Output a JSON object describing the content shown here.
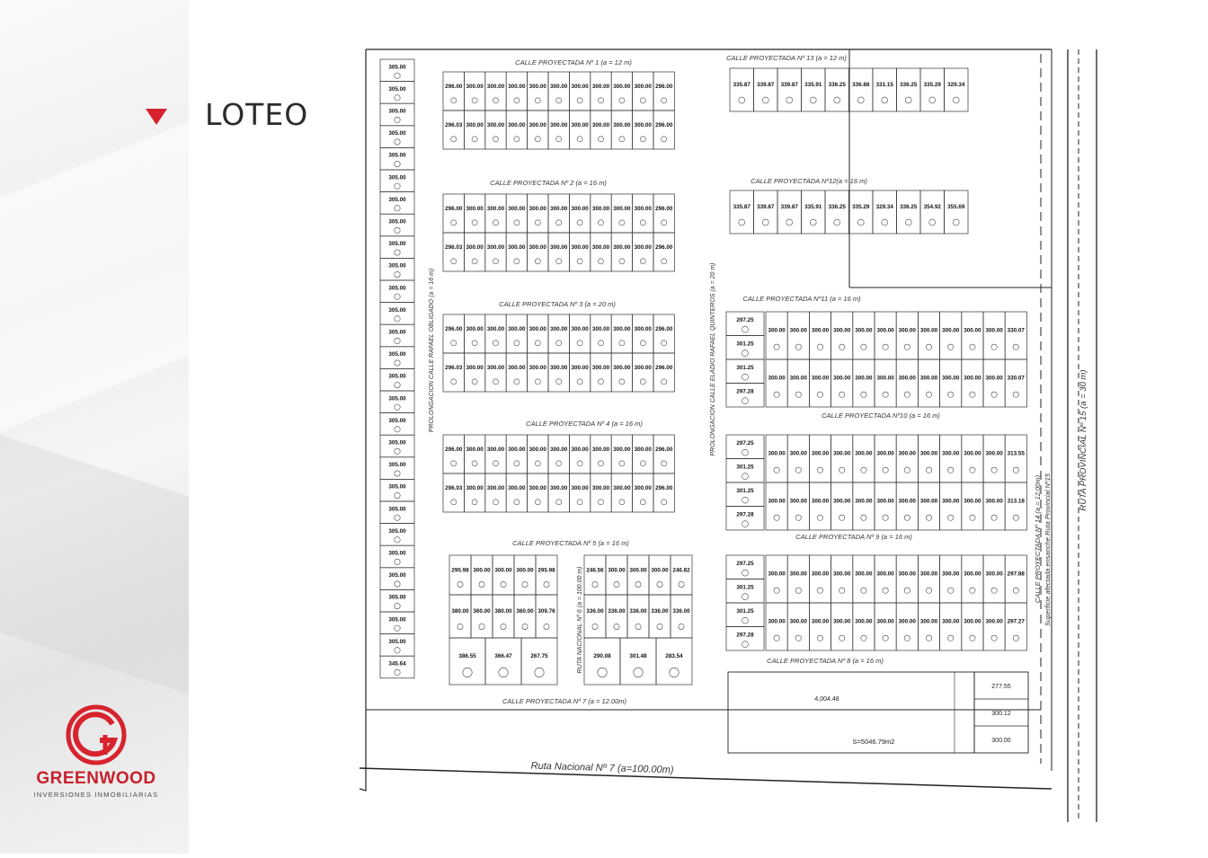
{
  "section": {
    "title": "LOTEO"
  },
  "brand": {
    "name": "GREENWOOD",
    "tagline": "INVERSIONES INMOBILIARIAS",
    "accent": "#d7232d"
  },
  "streets": {
    "calle1": "CALLE PROYECTADA Nº 1  (a = 12 m)",
    "calle2": "CALLE PROYECTADA Nº 2  (a = 16 m)",
    "calle3": "CALLE PROYECTADA Nº 3  (a = 20 m)",
    "calle4": "CALLE PROYECTADA Nº 4  (a = 16 m)",
    "calle5": "CALLE PROYECTADA Nº 5  (a = 16 m)",
    "calle7": "CALLE PROYECTADA Nº 7  (a = 12.00m)",
    "calle8": "CALLE PROYECTADA Nº 8  (a = 16 m)",
    "calle9": "CALLE PROYECTADA Nº 9  (a = 16 m)",
    "calle10": "CALLE PROYECTADA Nº10  (a = 16 m)",
    "calle11": "CALLE PROYECTADA Nº11  (a = 16 m)",
    "calle12": "CALLE PROYECTADA Nº12(a = 16 m)",
    "calle13": "CALLE PROYECTADA Nº 13  (a = 12 m)",
    "calle14": "CALLE PROYECTADA Nº 14 (a = 12.00m)",
    "superficie_afectada": "Superficie afectada ensanche Ruta Provincial Nº15",
    "prolongacion_obligado": "PROLONGACION CALLE RAFAEL OBLIGADO  (a = 16 m)",
    "prolongacion_quinteros": "PROLONGACION CALLE ELADIO RAFAEL QUINTEROS  (a = 20 m)",
    "ruta_nacional6": "RUTA NACIONAL Nº 6 (a = 100.00 m)",
    "ruta_provincial15": "RUTA PROVINCIAL Nº 15  (a = 30 m)",
    "ruta_nacional7": "Ruta Nacional Nº 7  (a=100.00m)"
  },
  "areas": {
    "big_lot": "4,004.48",
    "surface": "S=5046.79m2",
    "right_lots": [
      "277.55",
      "300.12",
      "300.00"
    ]
  },
  "lots": {
    "west_strip": [
      "305.00",
      "305.00",
      "305.00",
      "305.00",
      "305.00",
      "305.00",
      "305.00",
      "305.00",
      "305.00",
      "305.00",
      "305.00",
      "305.00",
      "305.00",
      "305.00",
      "305.00",
      "305.00",
      "305.00",
      "305.00",
      "305.00",
      "305.00",
      "305.00",
      "305.00",
      "305.00",
      "305.00",
      "305.00",
      "305.00",
      "305.00",
      "345.64"
    ],
    "block_a_top": [
      "296.00",
      "300.00",
      "300.00",
      "300.00",
      "300.00",
      "300.00",
      "300.00",
      "300.00",
      "300.00",
      "300.00",
      "296.00"
    ],
    "block_a_bottom": [
      "296.03",
      "300.00",
      "300.00",
      "300.00",
      "300.00",
      "300.00",
      "300.00",
      "300.00",
      "300.00",
      "300.00",
      "296.00"
    ],
    "block_b_top": [
      "296.00",
      "300.00",
      "300.00",
      "300.00",
      "300.00",
      "300.00",
      "300.00",
      "300.00",
      "300.00",
      "300.00",
      "296.00"
    ],
    "block_b_bottom": [
      "296.03",
      "300.00",
      "300.00",
      "300.00",
      "300.00",
      "300.00",
      "300.00",
      "300.00",
      "300.00",
      "300.00",
      "296.00"
    ],
    "block_c_top": [
      "296.00",
      "300.00",
      "300.00",
      "300.00",
      "300.00",
      "300.00",
      "300.00",
      "300.00",
      "300.00",
      "300.00",
      "296.00"
    ],
    "block_c_bottom": [
      "296.03",
      "300.00",
      "300.00",
      "300.00",
      "300.00",
      "300.00",
      "300.00",
      "300.00",
      "300.00",
      "300.00",
      "296.00"
    ],
    "block_d_top": [
      "296.00",
      "300.00",
      "300.00",
      "300.00",
      "300.00",
      "300.00",
      "300.00",
      "300.00",
      "300.00",
      "300.00",
      "296.00"
    ],
    "block_d_bottom": [
      "296.03",
      "300.00",
      "300.00",
      "300.00",
      "300.00",
      "300.00",
      "300.00",
      "300.00",
      "300.00",
      "300.00",
      "296.00"
    ],
    "block_e_top": [
      "295.98",
      "300.00",
      "300.00",
      "300.00",
      "295.98"
    ],
    "block_e_mid": [
      "380.00",
      "360.00",
      "380.00",
      "360.00",
      "309.76"
    ],
    "block_e_bottom": [
      "386.55",
      "366.47",
      "267.75"
    ],
    "block_f_top": [
      "246.56",
      "300.00",
      "300.00",
      "300.00",
      "246.82"
    ],
    "block_f_mid": [
      "336.00",
      "336.00",
      "336.00",
      "336.00",
      "336.00"
    ],
    "block_f_bottom": [
      "290.08",
      "301.48",
      "283.54"
    ],
    "block_g": [
      "335.87",
      "339.87",
      "339.87",
      "335.91",
      "336.25",
      "336.88",
      "331.15",
      "336.25",
      "335.29",
      "329.34"
    ],
    "block_h": [
      "335.87",
      "339.87",
      "339.87",
      "335.91",
      "336.25",
      "335.29",
      "329.34",
      "336.25",
      "354.92",
      "355.69"
    ],
    "block_i_left": [
      "297.25",
      "301.25",
      "301.25",
      "297.28"
    ],
    "block_i_top": [
      "300.00",
      "300.00",
      "300.00",
      "300.00",
      "300.00",
      "300.00",
      "300.00",
      "300.00",
      "300.00",
      "300.00",
      "300.00",
      "330.07"
    ],
    "block_i_bottom": [
      "300.00",
      "300.00",
      "300.00",
      "300.00",
      "300.00",
      "300.00",
      "300.00",
      "300.00",
      "300.00",
      "300.00",
      "300.00",
      "330.07"
    ],
    "block_j_left": [
      "297.25",
      "301.25",
      "301.25",
      "297.28"
    ],
    "block_j_top": [
      "300.00",
      "300.00",
      "300.00",
      "300.00",
      "300.00",
      "300.00",
      "300.00",
      "300.00",
      "300.00",
      "300.00",
      "300.00",
      "313.55"
    ],
    "block_j_bottom": [
      "300.00",
      "300.00",
      "300.00",
      "300.00",
      "300.00",
      "300.00",
      "300.00",
      "300.00",
      "300.00",
      "300.00",
      "300.00",
      "313.18"
    ],
    "block_k_left": [
      "297.25",
      "301.25",
      "301.25",
      "297.28"
    ],
    "block_k_top": [
      "300.00",
      "300.00",
      "300.00",
      "300.00",
      "300.00",
      "300.00",
      "300.00",
      "300.00",
      "300.00",
      "300.00",
      "300.00",
      "297.88"
    ],
    "block_k_bottom": [
      "300.00",
      "300.00",
      "300.00",
      "300.00",
      "300.00",
      "300.00",
      "300.00",
      "300.00",
      "300.00",
      "300.00",
      "300.00",
      "297.27"
    ]
  }
}
